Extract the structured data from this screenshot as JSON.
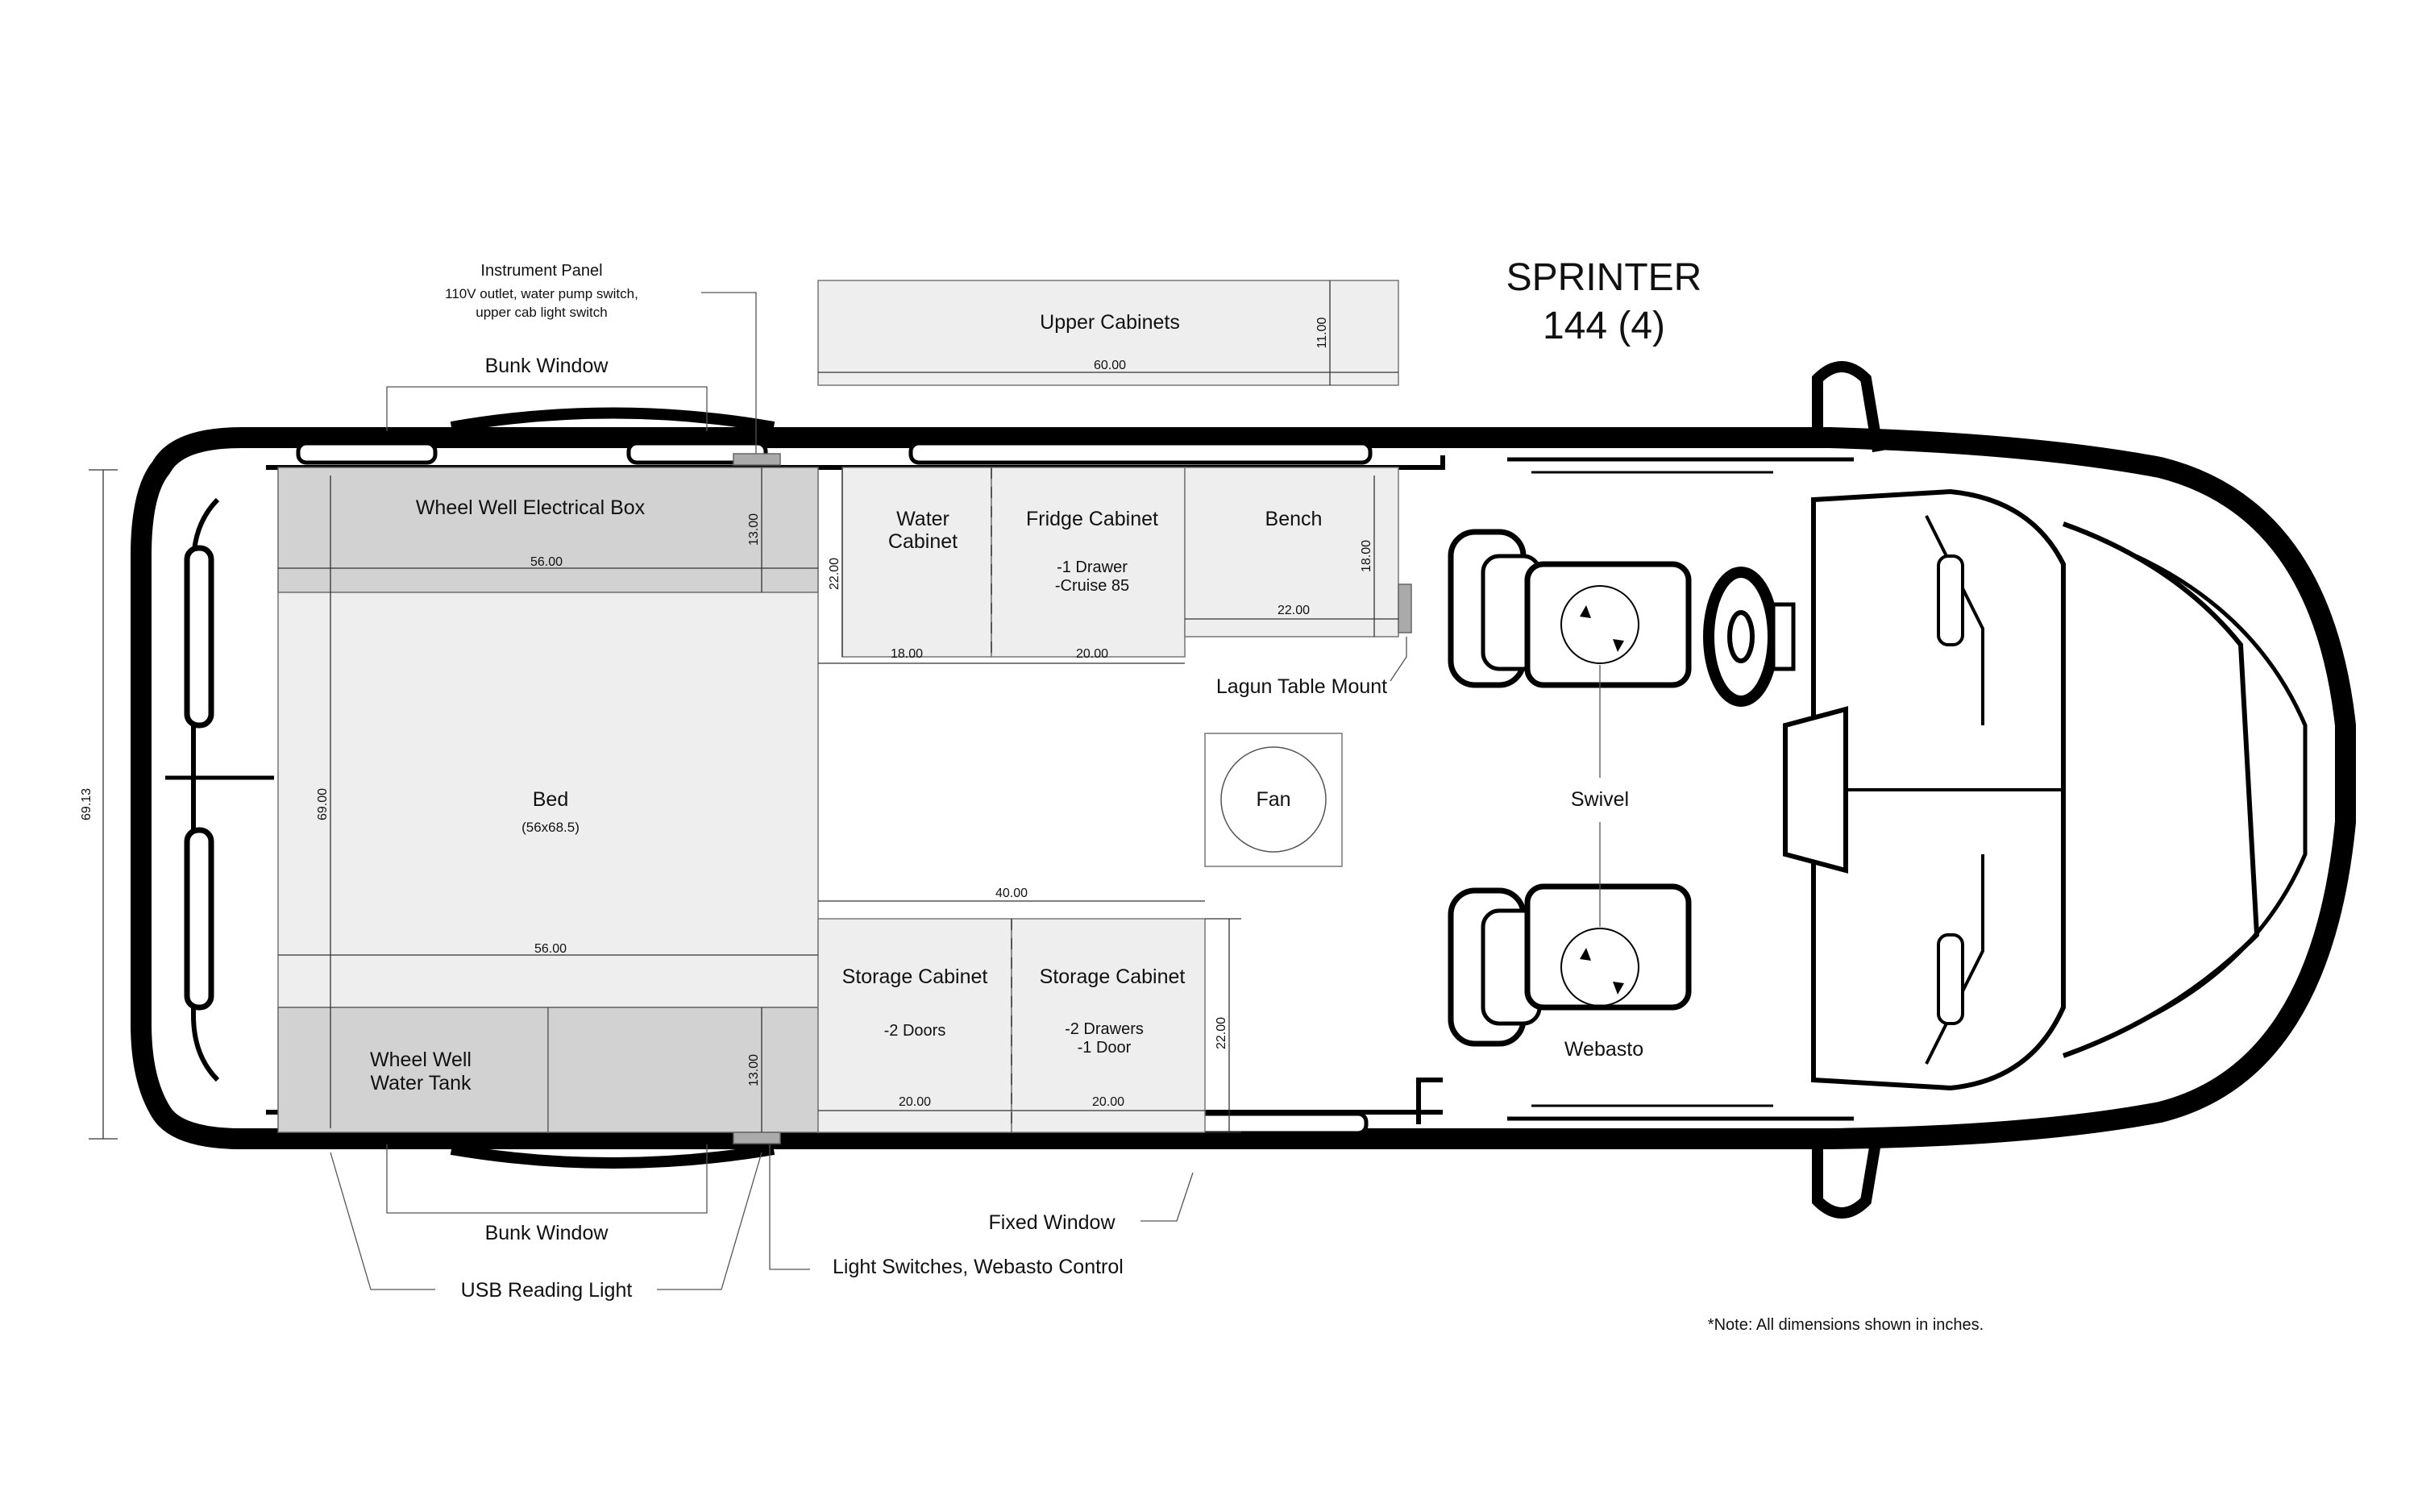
{
  "title": {
    "line1": "SPRINTER",
    "line2": "144 (4)"
  },
  "labels": {
    "instrument_panel": "Instrument Panel",
    "instrument_panel_detail_1": "110V outlet, water pump switch,",
    "instrument_panel_detail_2": "upper cab light switch",
    "bunk_window_top": "Bunk Window",
    "bunk_window_bottom": "Bunk Window",
    "upper_cabinets": "Upper Cabinets",
    "wheel_well_electrical_box": "Wheel Well Electrical Box",
    "water_cabinet_1": "Water",
    "water_cabinet_2": "Cabinet",
    "fridge_cabinet": "Fridge Cabinet",
    "fridge_detail_1": "-1 Drawer",
    "fridge_detail_2": "-Cruise 85",
    "bench": "Bench",
    "lagun_table_mount": "Lagun Table Mount",
    "fan": "Fan",
    "swivel": "Swivel",
    "bed": "Bed",
    "bed_size": "(56x68.5)",
    "storage_cabinet_left": "Storage Cabinet",
    "storage_cabinet_left_detail": "-2 Doors",
    "storage_cabinet_right": "Storage Cabinet",
    "storage_cabinet_right_detail_1": "-2 Drawers",
    "storage_cabinet_right_detail_2": "-1 Door",
    "wheel_well_water_tank_1": "Wheel Well",
    "wheel_well_water_tank_2": "Water Tank",
    "webasto": "Webasto",
    "fixed_window": "Fixed Window",
    "light_switches": "Light Switches, Webasto Control",
    "usb_reading_light": "USB Reading Light",
    "note": "*Note: All dimensions shown in inches."
  },
  "dimensions": {
    "upper_cabinets_width": "60.00",
    "upper_cabinets_depth": "11.00",
    "electrical_box_width": "56.00",
    "electrical_box_depth": "13.00",
    "water_cabinet_depth": "22.00",
    "water_cabinet_width": "18.00",
    "fridge_cabinet_width": "20.00",
    "bench_width": "22.00",
    "bench_depth": "18.00",
    "overall_width": "69.13",
    "bed_length": "69.00",
    "bed_width": "56.00",
    "storage_span": "40.00",
    "storage_depth": "22.00",
    "storage_left_width": "20.00",
    "storage_right_width": "20.00",
    "water_tank_depth": "13.00"
  },
  "colors": {
    "dark_zone": "#d2d2d2",
    "light_zone": "#eeeeee",
    "outline": "#000000"
  }
}
